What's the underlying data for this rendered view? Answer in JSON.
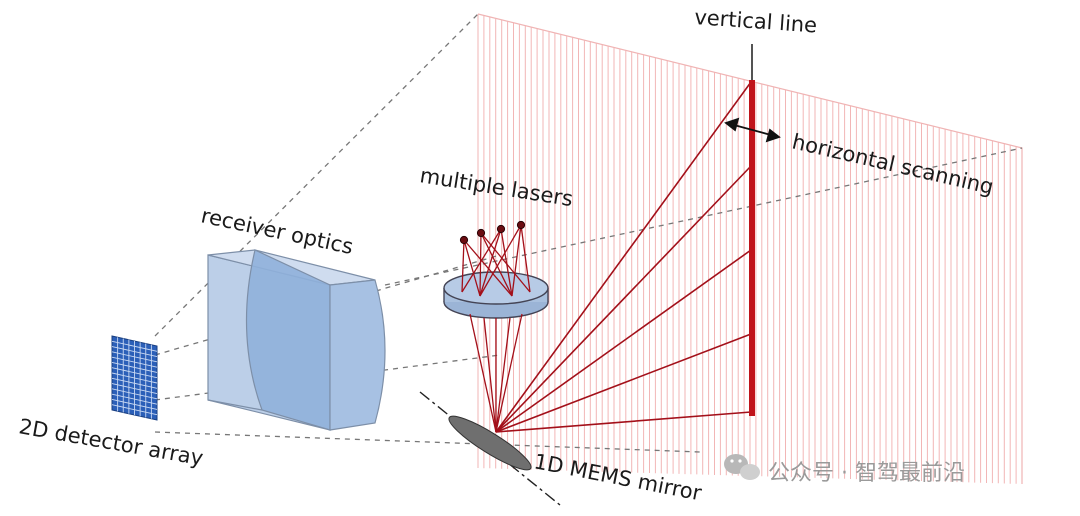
{
  "labels": {
    "vertical_line": "vertical line",
    "horizontal_scanning": "horizontal scanning",
    "multiple_lasers": "multiple lasers",
    "receiver_optics": "receiver optics",
    "detector_array": "2D detector array",
    "mems_mirror": "1D MEMS mirror"
  },
  "watermark": {
    "text": "公众号 · 智驾最前沿",
    "icon": "wechat-icon"
  },
  "colors": {
    "laser_red": "#c0141b",
    "scan_pink": "#f2b6b6",
    "optics_blue": "#9bb8dd",
    "detector_blue": "#6c8fd1",
    "mirror_gray": "#6f6f6f"
  }
}
